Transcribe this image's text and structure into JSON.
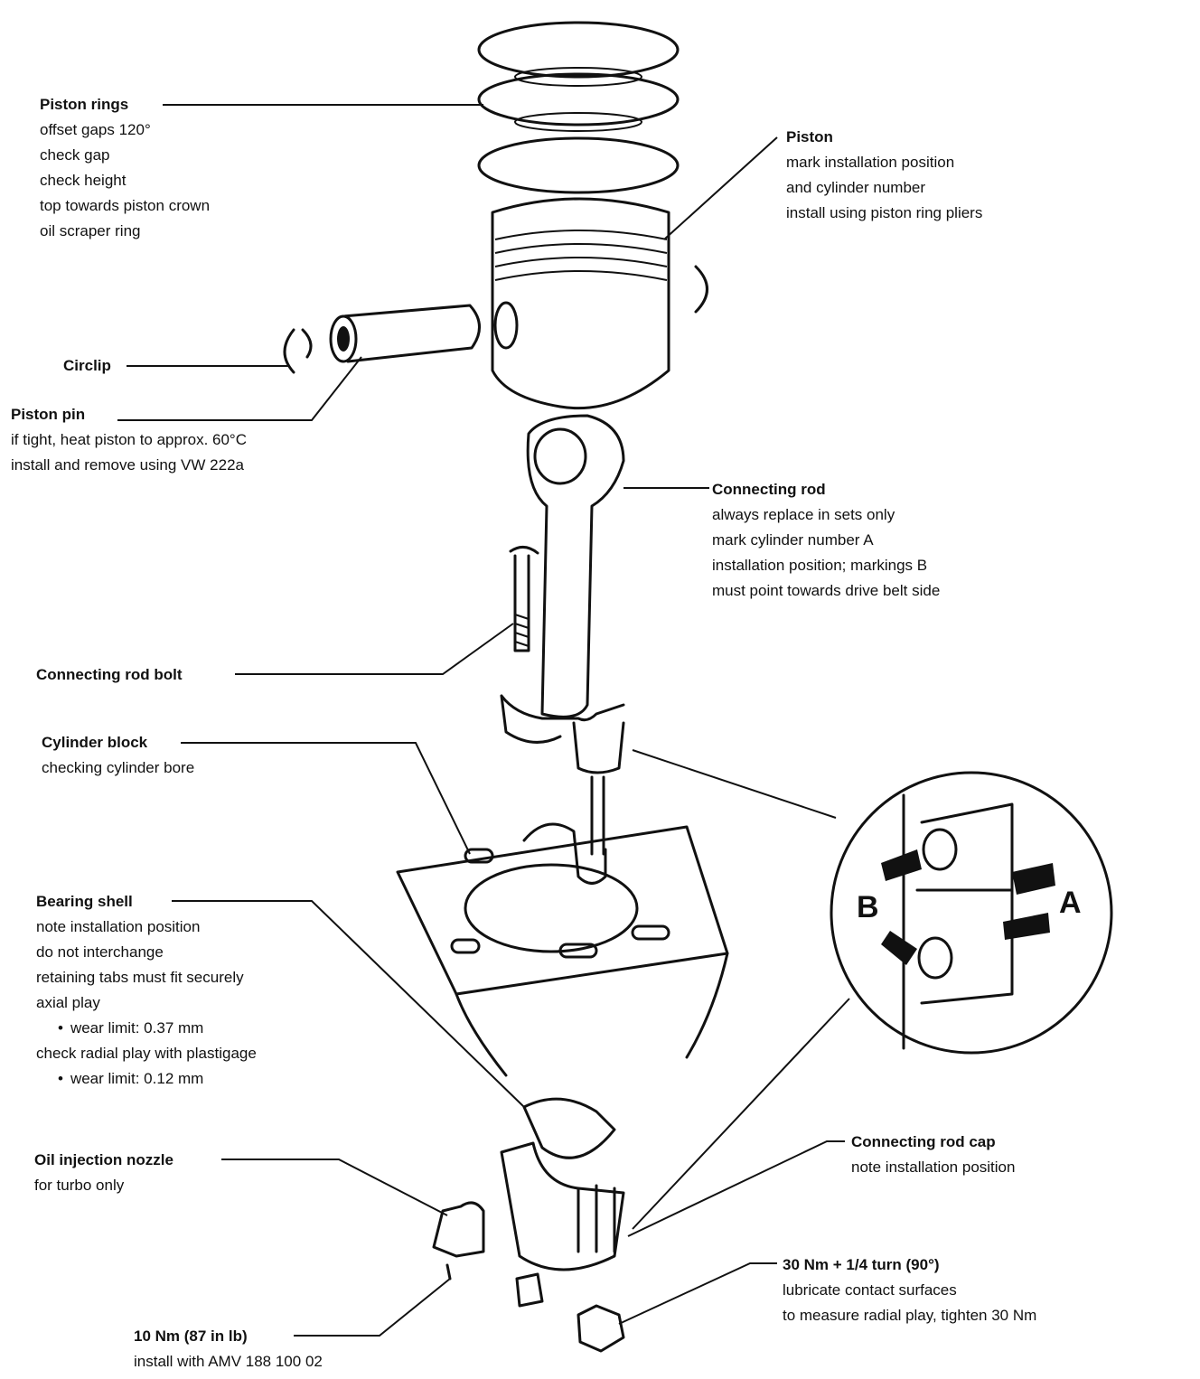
{
  "callouts": {
    "piston_rings": {
      "title": "Piston rings",
      "lines": [
        "offset gaps 120°",
        "check gap",
        "check height",
        "top towards piston crown",
        "oil scraper ring"
      ]
    },
    "piston": {
      "title": "Piston",
      "lines": [
        "mark installation position",
        "and cylinder number",
        "install using piston ring pliers"
      ]
    },
    "circlip": {
      "title": "Circlip"
    },
    "piston_pin": {
      "title": "Piston pin",
      "lines": [
        "if tight, heat piston to approx. 60°C",
        "install and remove using VW 222a"
      ]
    },
    "connecting_rod": {
      "title": "Connecting rod",
      "lines": [
        "always replace in sets only",
        "mark cylinder number A",
        "installation position; markings B",
        "must point towards drive belt side"
      ]
    },
    "connecting_rod_bolt": {
      "title": "Connecting rod bolt"
    },
    "cylinder_block": {
      "title": "Cylinder block",
      "lines": [
        "checking cylinder bore"
      ]
    },
    "bearing_shell": {
      "title": "Bearing shell",
      "lines": [
        "note installation position",
        "do not interchange",
        "retaining tabs must fit securely",
        "axial play"
      ],
      "bullet_1": "wear limit: 0.37 mm",
      "line_after": "check radial play with plastigage",
      "bullet_2": "wear limit: 0.12 mm"
    },
    "oil_injection_nozzle": {
      "title": "Oil injection nozzle",
      "lines": [
        "for turbo only"
      ]
    },
    "connecting_rod_cap": {
      "title": "Connecting rod cap",
      "lines": [
        "note installation position"
      ]
    },
    "nut_torque": {
      "title": "30 Nm + 1/4 turn (90°)",
      "lines": [
        "lubricate contact surfaces",
        "to measure radial play, tighten 30 Nm"
      ]
    },
    "nozzle_bolt": {
      "title": "10 Nm (87 in lb)",
      "lines": [
        "install with AMV 188 100 02"
      ]
    }
  },
  "detail": {
    "label_a": "A",
    "label_b": "B"
  }
}
